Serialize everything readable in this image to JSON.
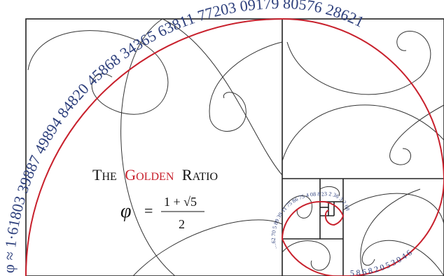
{
  "title": {
    "word_the": "The",
    "word_golden": "Golden",
    "word_ratio": "Ratio"
  },
  "formula": {
    "symbol": "φ",
    "equals": "=",
    "numerator": "1 + √5",
    "denominator": "2"
  },
  "spiral_digits": "φ ≈ 1·61803 39887 49894 84820 45868 34365 63811 77203 09179 80576 28621",
  "inner_spiral_digits": "…62 70 5 89 39 11 75 86 75 4 08 8 23 2 36 3 2 68 3 70 65 02 5 3 04",
  "tail_digits": "5 8 6 8 2 0 5 3 0 4 6",
  "colors": {
    "line": "#222222",
    "spiral": "#c8202c",
    "digits": "#2d3f7c",
    "golden_word": "#c8202c",
    "text": "#111111",
    "background": "#ffffff"
  }
}
